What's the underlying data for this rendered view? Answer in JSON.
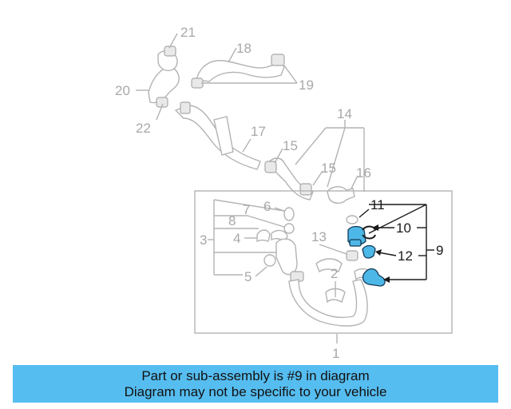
{
  "callouts": {
    "c1": "1",
    "c2": "2",
    "c3": "3",
    "c4": "4",
    "c5": "5",
    "c6": "6",
    "c7": "7",
    "c8": "8",
    "c9": "9",
    "c10": "10",
    "c11": "11",
    "c12": "12",
    "c13": "13",
    "c14": "14",
    "c15a": "15",
    "c15b": "15",
    "c16": "16",
    "c17": "17",
    "c18": "18",
    "c19": "19",
    "c20": "20",
    "c21": "21",
    "c22": "22"
  },
  "colors": {
    "highlight": "#4db8e8",
    "banner": "#56bdf0",
    "faded": "#b3b3b3"
  },
  "banner": {
    "line1": "Part or sub-assembly is #9 in diagram",
    "line2": "Diagram may not be specific to your vehicle"
  }
}
